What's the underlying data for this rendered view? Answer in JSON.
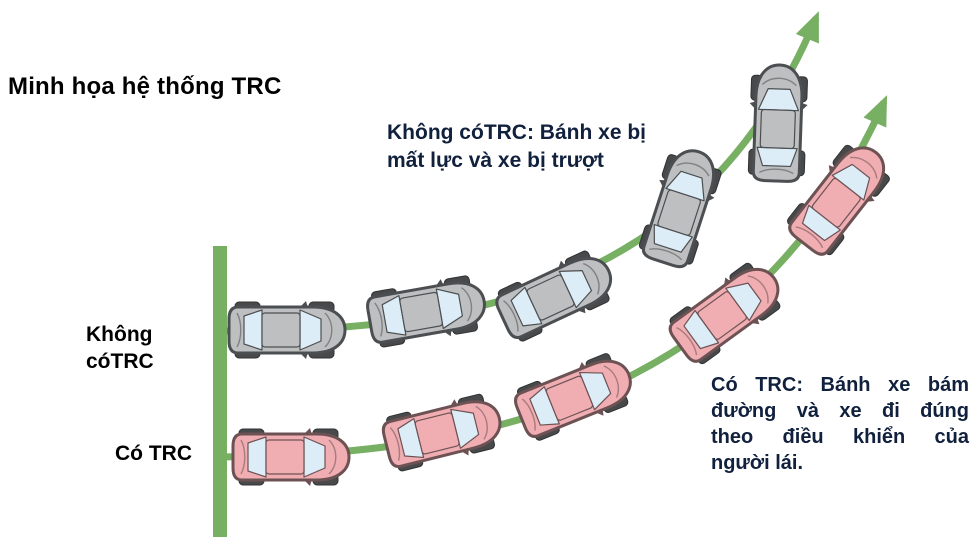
{
  "title": "Minh họa hệ thống TRC",
  "side_labels": {
    "no_trc": {
      "lines": [
        "Không",
        "cóTRC"
      ]
    },
    "with_trc": "Có TRC"
  },
  "annotations": {
    "no_trc": {
      "lines": [
        "Không cóTRC: Bánh xe bị",
        "mất lực và xe bị trượt"
      ]
    },
    "with_trc": {
      "lines": [
        "Có TRC: Bánh xe bám",
        "đường và xe đi đúng",
        "theo điều khiển của",
        "người lái."
      ]
    }
  },
  "diagram": {
    "series": [
      {
        "name": "Không cóTRC",
        "car_color_name": "gray",
        "cars": 5,
        "behavior": "xe bị trượt (slides off line)"
      },
      {
        "name": "Có TRC",
        "car_color_name": "pink",
        "cars": 5,
        "behavior": "bám đường (follows line)"
      }
    ]
  },
  "colors": {
    "path_green": "#77af63",
    "car_gray": "#bdbfc0",
    "car_pink": "#f0adb2",
    "glass_blue": "#dcedf8",
    "outline_gray": "#4c4f51",
    "outline_pink": "#6d5254",
    "wheel_dark": "#47494b",
    "annotation_text": "#10203d",
    "label_text": "#000000",
    "background": "#ffffff"
  }
}
